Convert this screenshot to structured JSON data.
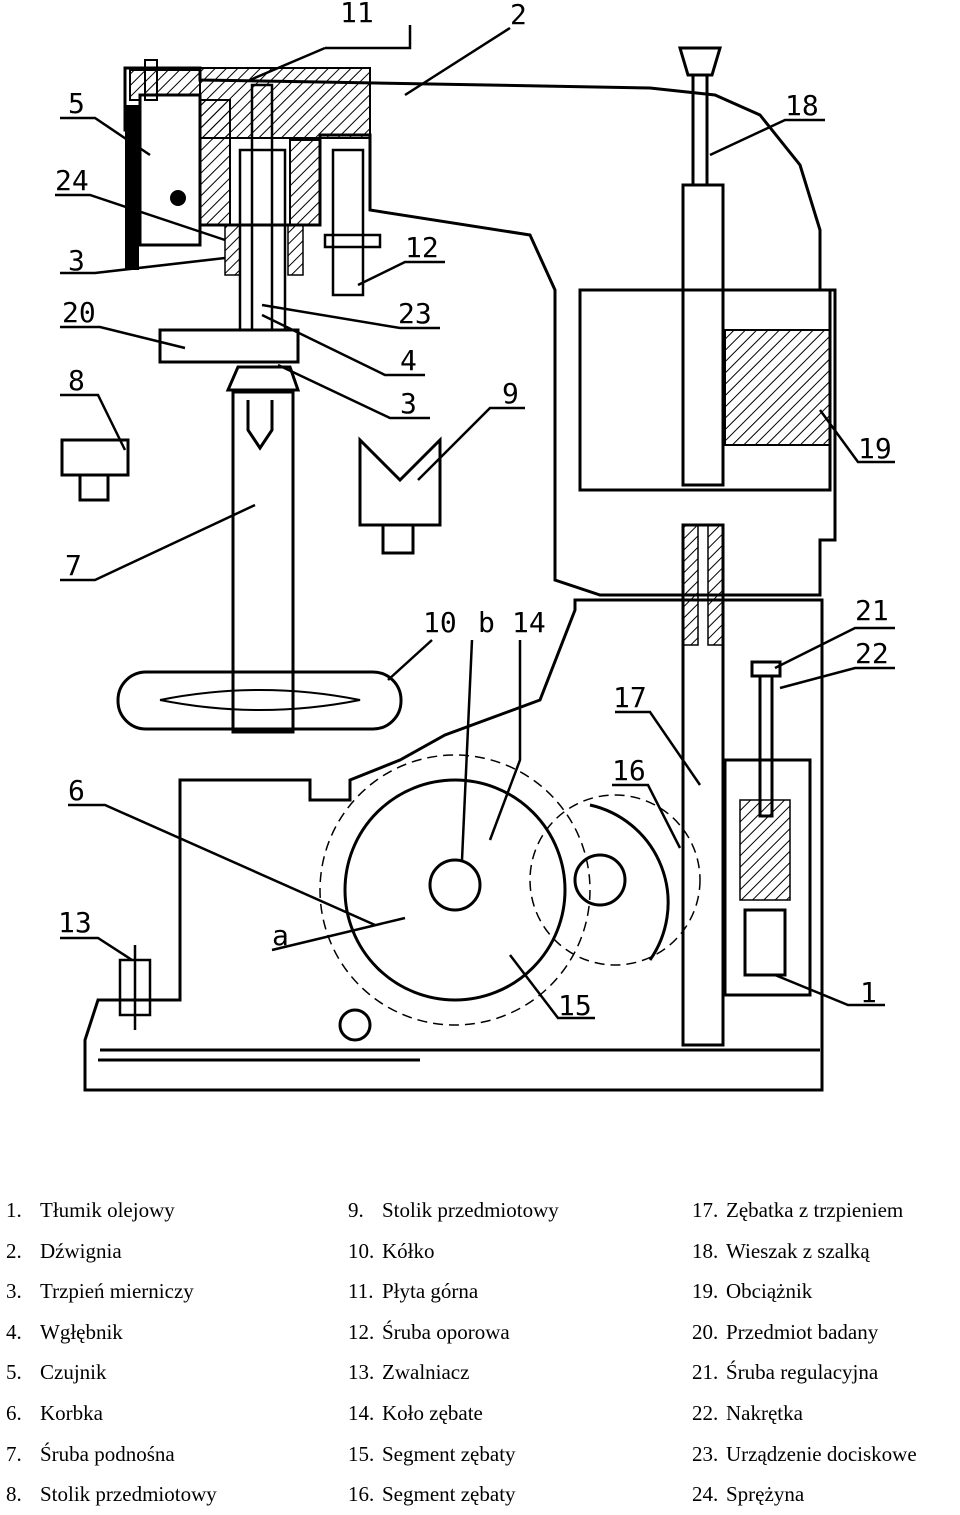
{
  "callouts": {
    "c1": "1",
    "c2": "2",
    "c3a": "3",
    "c3b": "3",
    "c4": "4",
    "c5": "5",
    "c6": "6",
    "c7": "7",
    "c8": "8",
    "c9": "9",
    "c10": "10",
    "cb": "b",
    "c11": "11",
    "c12": "12",
    "c13": "13",
    "c14": "14",
    "c15": "15",
    "c16": "16",
    "c17": "17",
    "c18": "18",
    "c19": "19",
    "c20": "20",
    "c21": "21",
    "c22": "22",
    "c23": "23",
    "c24": "24",
    "ca": "a"
  },
  "legend": {
    "col1": [
      {
        "num": "1.",
        "text": "Tłumik olejowy"
      },
      {
        "num": "2.",
        "text": "Dźwignia"
      },
      {
        "num": "3.",
        "text": "Trzpień mierniczy"
      },
      {
        "num": "4.",
        "text": "Wgłębnik"
      },
      {
        "num": "5.",
        "text": "Czujnik"
      },
      {
        "num": "6.",
        "text": "Korbka"
      },
      {
        "num": "7.",
        "text": "Śruba podnośna"
      },
      {
        "num": "8.",
        "text": "Stolik przedmiotowy"
      }
    ],
    "col2": [
      {
        "num": "9.",
        "text": "Stolik przedmiotowy"
      },
      {
        "num": "10.",
        "text": "Kółko"
      },
      {
        "num": "11.",
        "text": "Płyta górna"
      },
      {
        "num": "12.",
        "text": "Śruba oporowa"
      },
      {
        "num": "13.",
        "text": "Zwalniacz"
      },
      {
        "num": "14.",
        "text": "Koło zębate"
      },
      {
        "num": "15.",
        "text": "Segment zębaty"
      },
      {
        "num": "16.",
        "text": "Segment zębaty"
      }
    ],
    "col3": [
      {
        "num": "17.",
        "text": "Zębatka z trzpieniem"
      },
      {
        "num": "18.",
        "text": "Wieszak z szalką"
      },
      {
        "num": "19.",
        "text": "Obciążnik"
      },
      {
        "num": "20.",
        "text": "Przedmiot badany"
      },
      {
        "num": "21.",
        "text": "Śruba regulacyjna"
      },
      {
        "num": "22.",
        "text": "Nakrętka"
      },
      {
        "num": "23.",
        "text": "Urządzenie dociskowe"
      },
      {
        "num": "24.",
        "text": "Sprężyna"
      }
    ]
  }
}
